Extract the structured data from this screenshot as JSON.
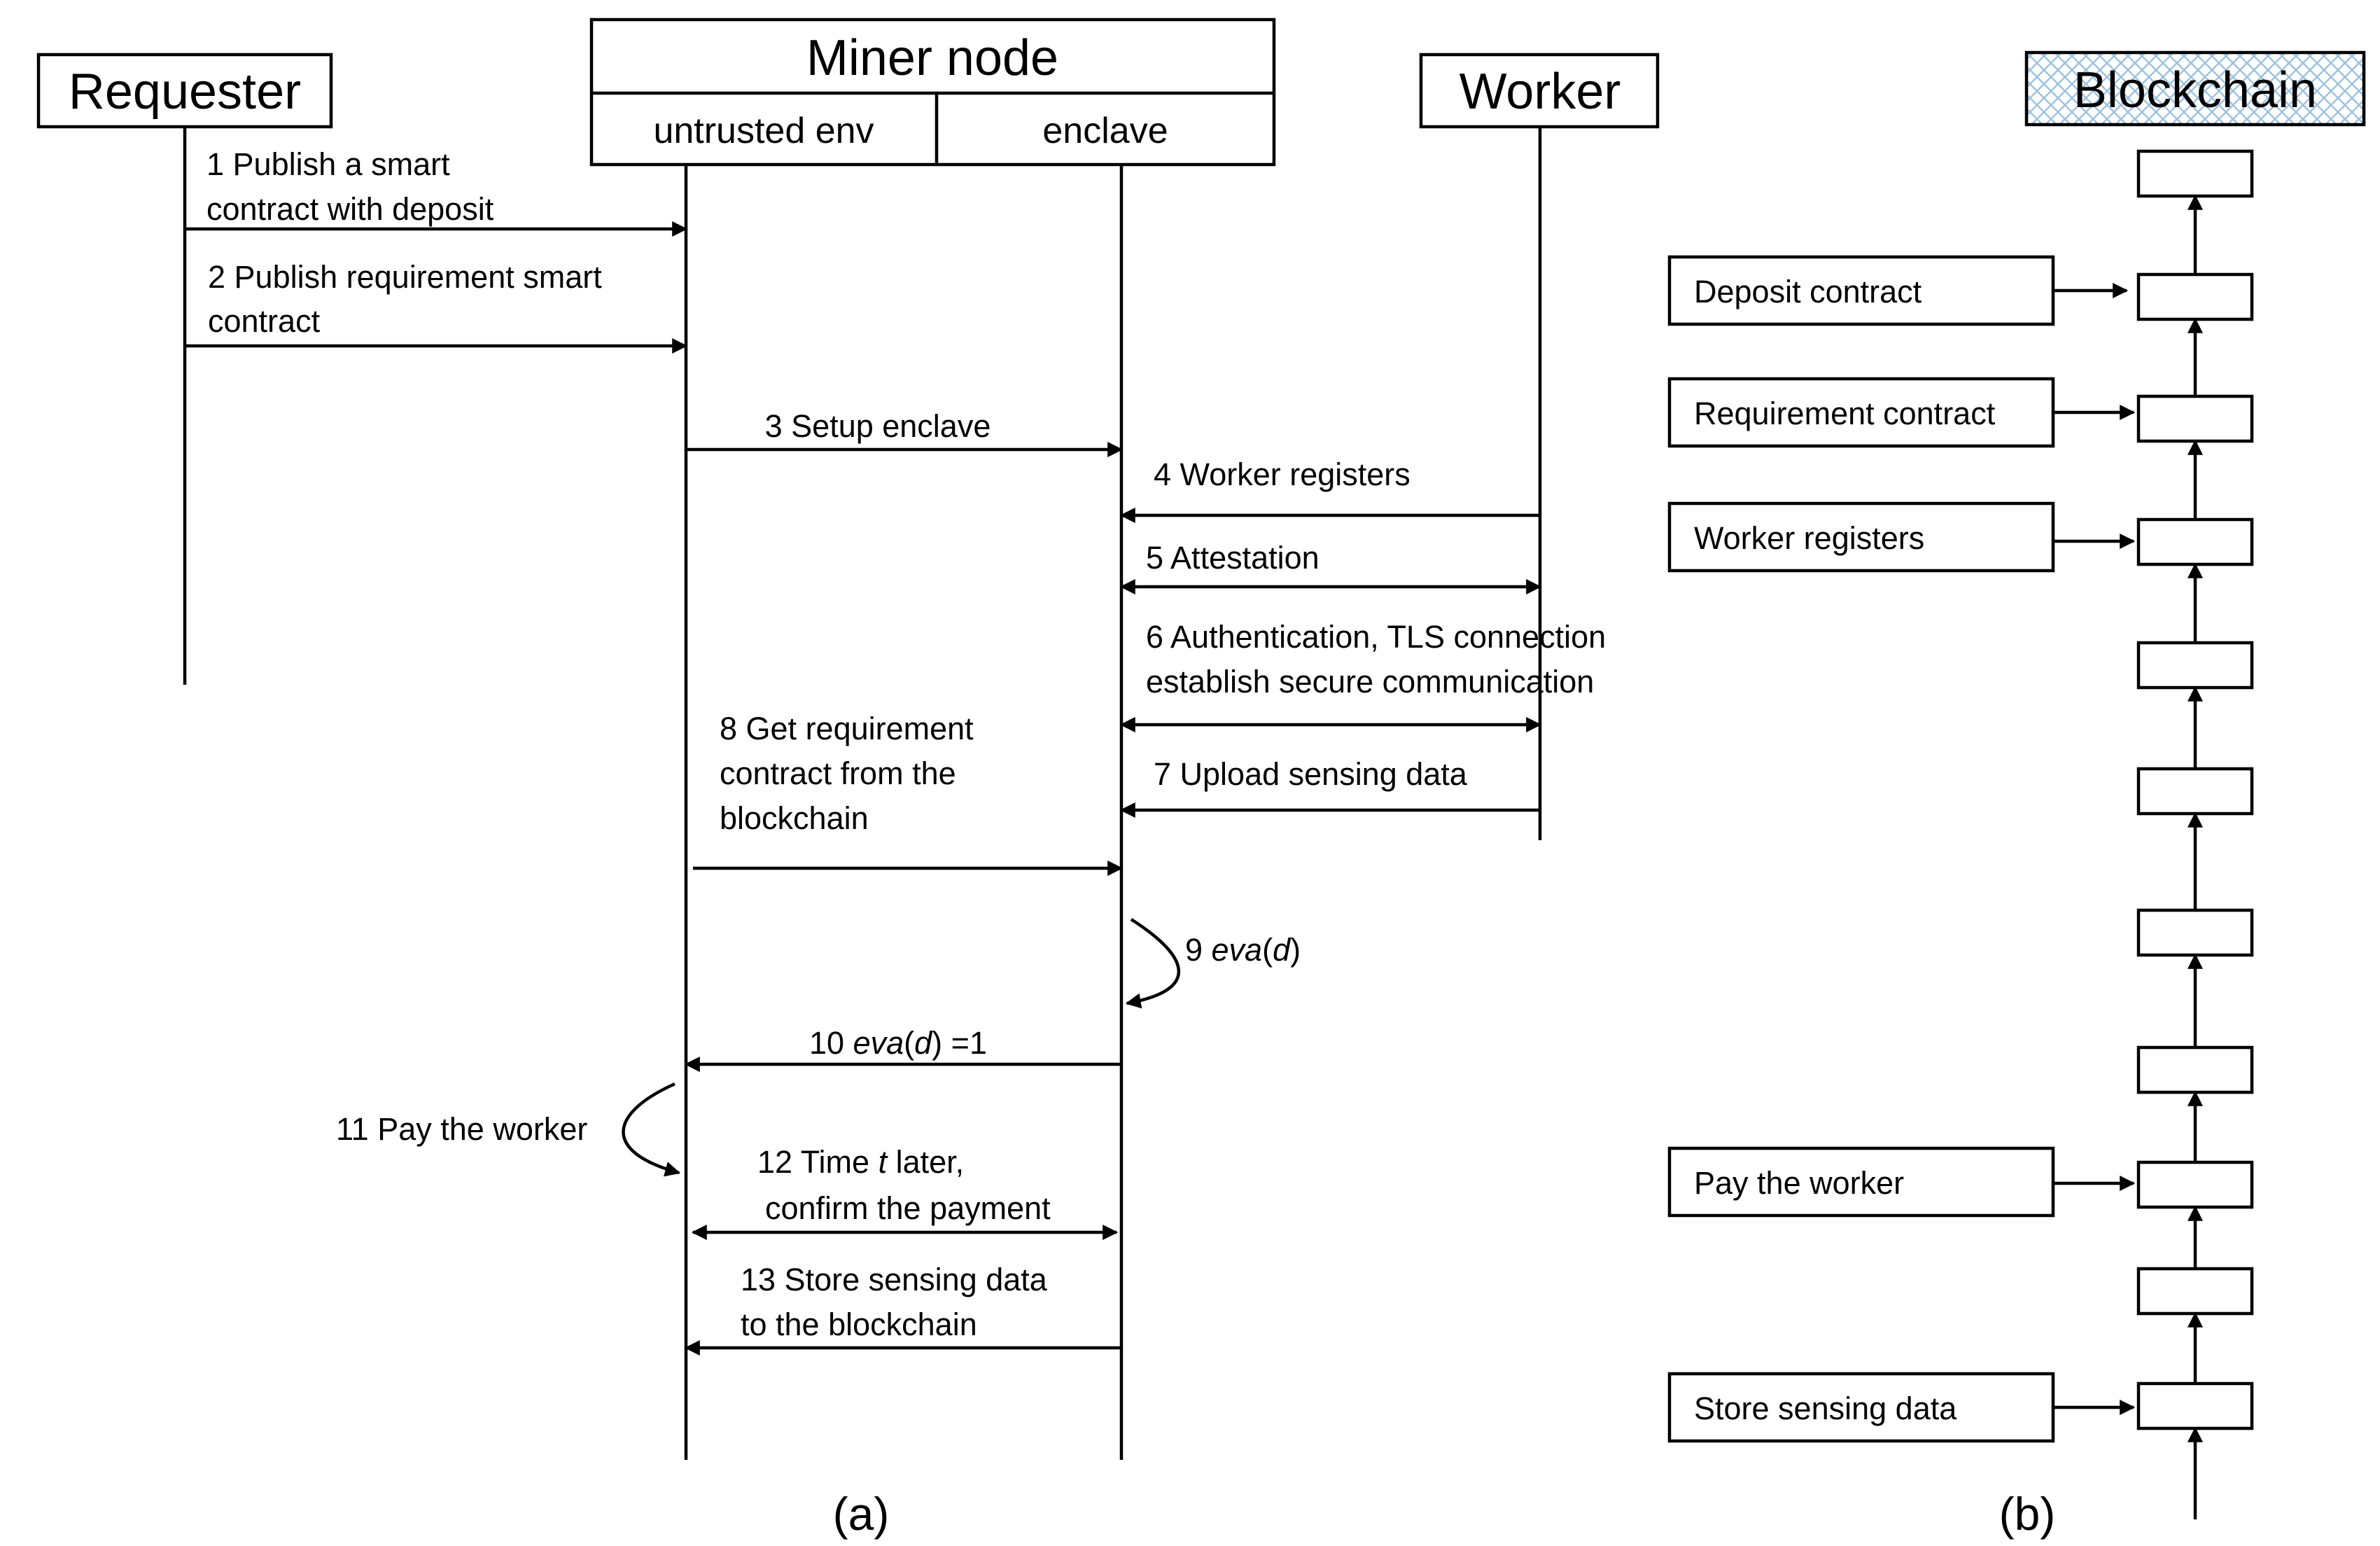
{
  "panel_a": {
    "caption": "(a)",
    "requester_label": "Requester",
    "miner_label": "Miner node",
    "untrusted_label": "untrusted env",
    "enclave_label": "enclave",
    "worker_label": "Worker",
    "messages": {
      "m1": [
        "1 Publish a smart",
        "contract with deposit"
      ],
      "m2": [
        "2 Publish requirement smart",
        "contract"
      ],
      "m3": "3 Setup enclave",
      "m4": "4 Worker registers",
      "m5": "5 Attestation",
      "m6": [
        "6 Authentication, TLS connection",
        "establish secure communication"
      ],
      "m7": "7 Upload sensing data",
      "m8": [
        "8 Get requirement",
        "contract from the",
        "blockchain"
      ],
      "m9": {
        "prefix": "9 ",
        "italic": "eva",
        "mid": "(",
        "italic2": "d",
        "suffix": ")"
      },
      "m10": {
        "prefix": "10 ",
        "italic": "eva",
        "mid": "(",
        "italic2": "d",
        "suffix": ") =1"
      },
      "m11": "11 Pay the worker",
      "m12": {
        "line1_prefix": "12 Time ",
        "line1_italic": "t",
        "line1_suffix": " later,",
        "line2": "confirm the payment"
      },
      "m13": [
        "13 Store sensing data",
        "to the blockchain"
      ]
    }
  },
  "panel_b": {
    "caption": "(b)",
    "blockchain_label": "Blockchain",
    "hatch_color": "#9fc3e0",
    "contracts": [
      "Deposit contract",
      "Requirement contract",
      "Worker registers",
      "Pay the worker",
      "Store sensing data"
    ]
  }
}
